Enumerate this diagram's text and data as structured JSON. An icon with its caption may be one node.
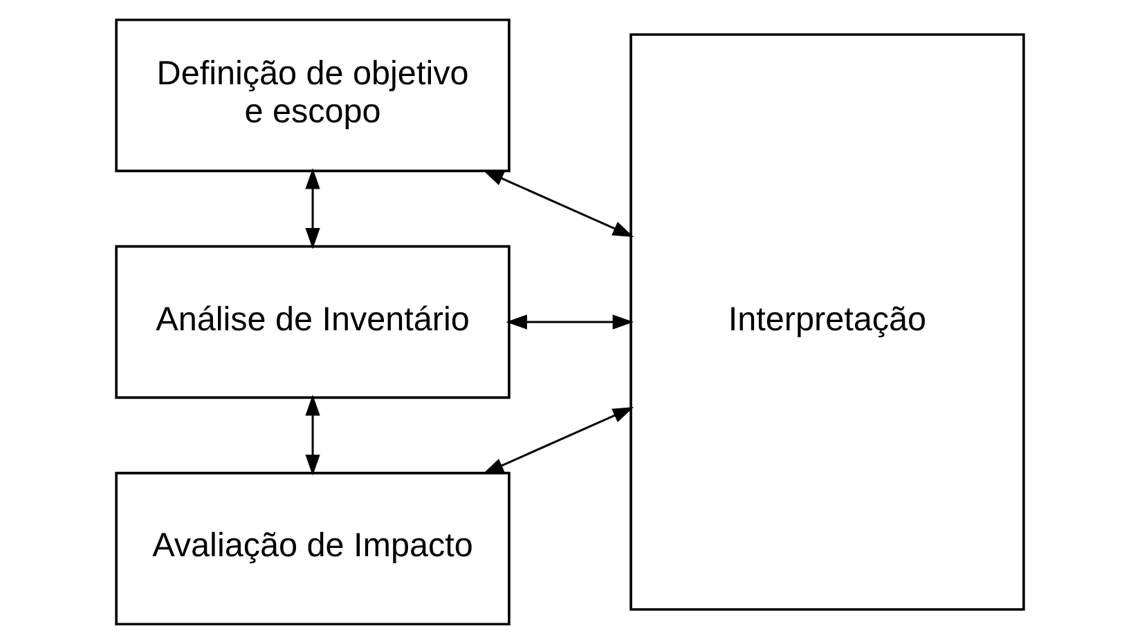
{
  "diagram": {
    "nodes": [
      {
        "text": [
          "Definição de objetivo e escopo"
        ]
      },
      {
        "text": [
          "Análise de Inventário"
        ]
      },
      {
        "text": [
          "Avaliação de Impacto"
        ]
      },
      {
        "text": [
          "Interpretação"
        ]
      }
    ],
    "edges": [
      {
        "from": 0,
        "to": 1,
        "arrow": "both"
      },
      {
        "from": 1,
        "to": 2,
        "arrow": "both"
      },
      {
        "from": 0,
        "to": 3,
        "arrow": "both"
      },
      {
        "from": 1,
        "to": 3,
        "arrow": "both"
      },
      {
        "from": 2,
        "to": 3,
        "arrow": "both"
      }
    ]
  }
}
